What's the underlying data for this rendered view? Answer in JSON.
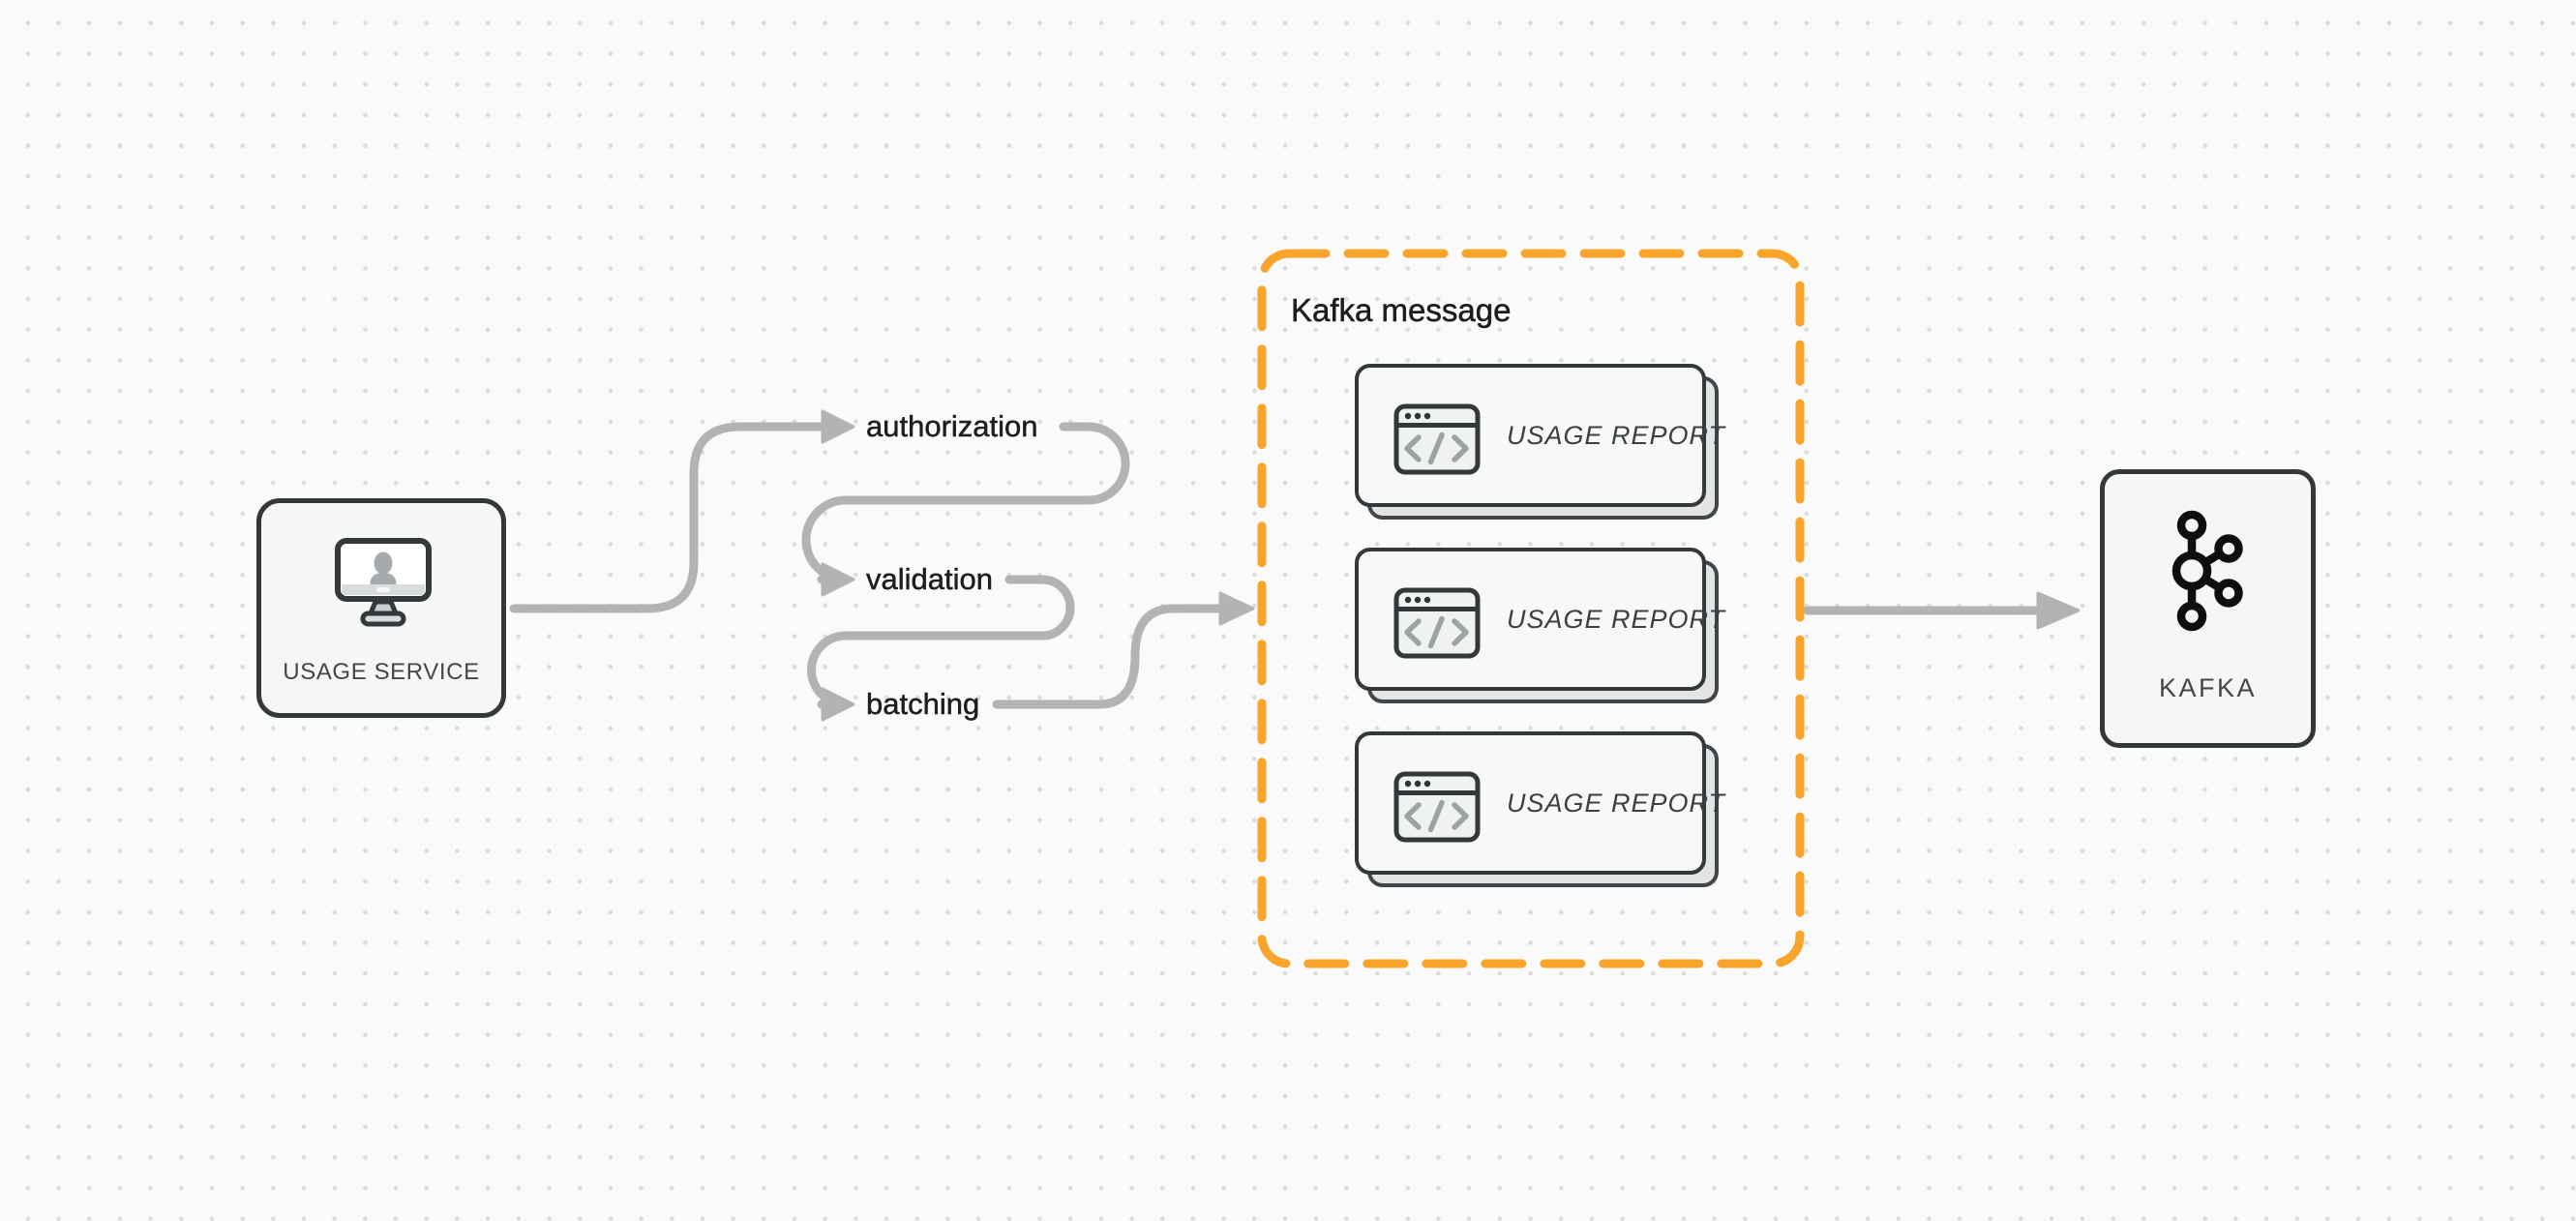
{
  "canvas": {
    "background": "#FAFAFA",
    "dot_color": "#DCDCDC"
  },
  "colors": {
    "accent_orange": "#F9A42B",
    "connector_gray": "#B3B3B3",
    "node_border": "#33383B",
    "node_fill": "#F5F6F5",
    "card_shadow_fill": "#E3E4E3",
    "label_dark": "#1C1F22"
  },
  "nodes": {
    "usage_service": {
      "label": "USAGE SERVICE",
      "icon": "monitor-user-icon"
    },
    "kafka": {
      "label": "KAFKA",
      "icon": "kafka-logo-icon"
    }
  },
  "pipeline": {
    "steps": [
      {
        "label": "authorization"
      },
      {
        "label": "validation"
      },
      {
        "label": "batching"
      }
    ]
  },
  "kafka_message": {
    "title": "Kafka message",
    "cards": [
      {
        "label": "USAGE REPORT",
        "icon": "code-window-icon"
      },
      {
        "label": "USAGE REPORT",
        "icon": "code-window-icon"
      },
      {
        "label": "USAGE REPORT",
        "icon": "code-window-icon"
      }
    ]
  }
}
